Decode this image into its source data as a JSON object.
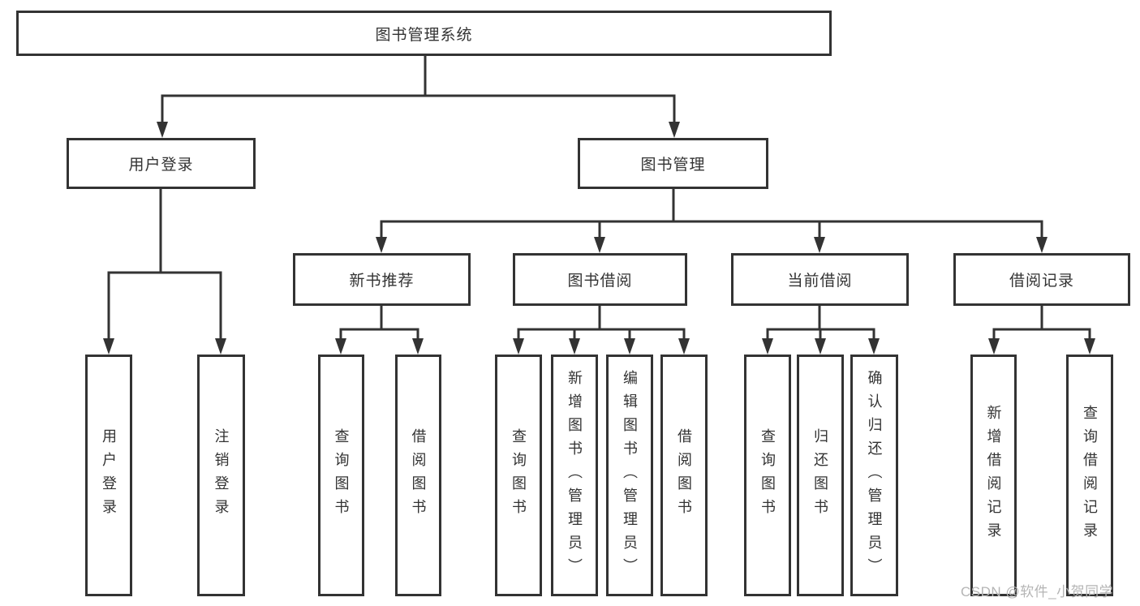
{
  "style": {
    "line_color": "#333333",
    "box_border_color": "#333333",
    "text_color": "#333333",
    "watermark_color": "#b5b5b5",
    "background_color": "#ffffff"
  },
  "tree": {
    "root": {
      "label": "图书管理系统",
      "children": [
        {
          "label": "用户登录",
          "children": [
            {
              "label": "用户登录"
            },
            {
              "label": "注销登录"
            }
          ]
        },
        {
          "label": "图书管理",
          "children": [
            {
              "label": "新书推荐",
              "children": [
                {
                  "label": "查询图书"
                },
                {
                  "label": "借阅图书"
                }
              ]
            },
            {
              "label": "图书借阅",
              "children": [
                {
                  "label": "查询图书"
                },
                {
                  "label": "新增图书（管理员）"
                },
                {
                  "label": "编辑图书（管理员）"
                },
                {
                  "label": "借阅图书"
                }
              ]
            },
            {
              "label": "当前借阅",
              "children": [
                {
                  "label": "查询图书"
                },
                {
                  "label": "归还图书"
                },
                {
                  "label": "确认归还（管理员）"
                }
              ]
            },
            {
              "label": "借阅记录",
              "children": [
                {
                  "label": "新增借阅记录"
                },
                {
                  "label": "查询借阅记录"
                }
              ]
            }
          ]
        }
      ]
    }
  },
  "watermark": {
    "text": "CSDN @软件_小贺同学"
  }
}
